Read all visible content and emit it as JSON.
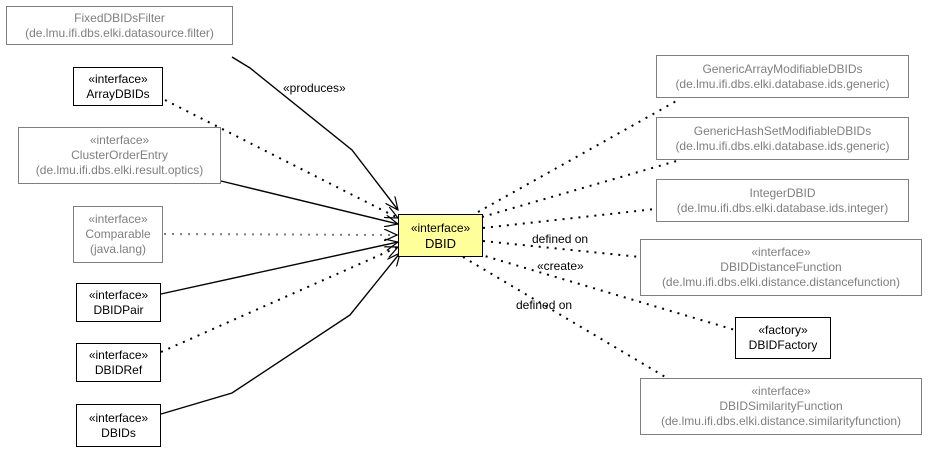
{
  "colors": {
    "focus_fill": "#ffff99",
    "external_border": "#7f7f7f",
    "line": "#000000"
  },
  "nodes": {
    "fixed_filter": {
      "name": "FixedDBIDsFilter",
      "pkg": "(de.lmu.ifi.dbs.elki.datasource.filter)"
    },
    "array_dbids": {
      "stereotype": "«interface»",
      "name": "ArrayDBIDs"
    },
    "cluster_order": {
      "stereotype": "«interface»",
      "name": "ClusterOrderEntry",
      "pkg": "(de.lmu.ifi.dbs.elki.result.optics)"
    },
    "comparable": {
      "stereotype": "«interface»",
      "name": "Comparable",
      "pkg": "(java.lang)"
    },
    "dbid_pair": {
      "stereotype": "«interface»",
      "name": "DBIDPair"
    },
    "dbid_ref": {
      "stereotype": "«interface»",
      "name": "DBIDRef"
    },
    "dbids": {
      "stereotype": "«interface»",
      "name": "DBIDs"
    },
    "dbid": {
      "stereotype": "«interface»",
      "name": "DBID"
    },
    "generic_array": {
      "name": "GenericArrayModifiableDBIDs",
      "pkg": "(de.lmu.ifi.dbs.elki.database.ids.generic)"
    },
    "generic_hashset": {
      "name": "GenericHashSetModifiableDBIDs",
      "pkg": "(de.lmu.ifi.dbs.elki.database.ids.generic)"
    },
    "integer_dbid": {
      "name": "IntegerDBID",
      "pkg": "(de.lmu.ifi.dbs.elki.database.ids.integer)"
    },
    "distance_fn": {
      "stereotype": "«interface»",
      "name": "DBIDDistanceFunction",
      "pkg": "(de.lmu.ifi.dbs.elki.distance.distancefunction)"
    },
    "factory": {
      "stereotype": "«factory»",
      "name": "DBIDFactory"
    },
    "similarity_fn": {
      "stereotype": "«interface»",
      "name": "DBIDSimilarityFunction",
      "pkg": "(de.lmu.ifi.dbs.elki.distance.similarityfunction)"
    }
  },
  "edge_labels": {
    "produces": "«produces»",
    "defined_on_1": "defined on",
    "create": "«create»",
    "defined_on_2": "defined on"
  }
}
